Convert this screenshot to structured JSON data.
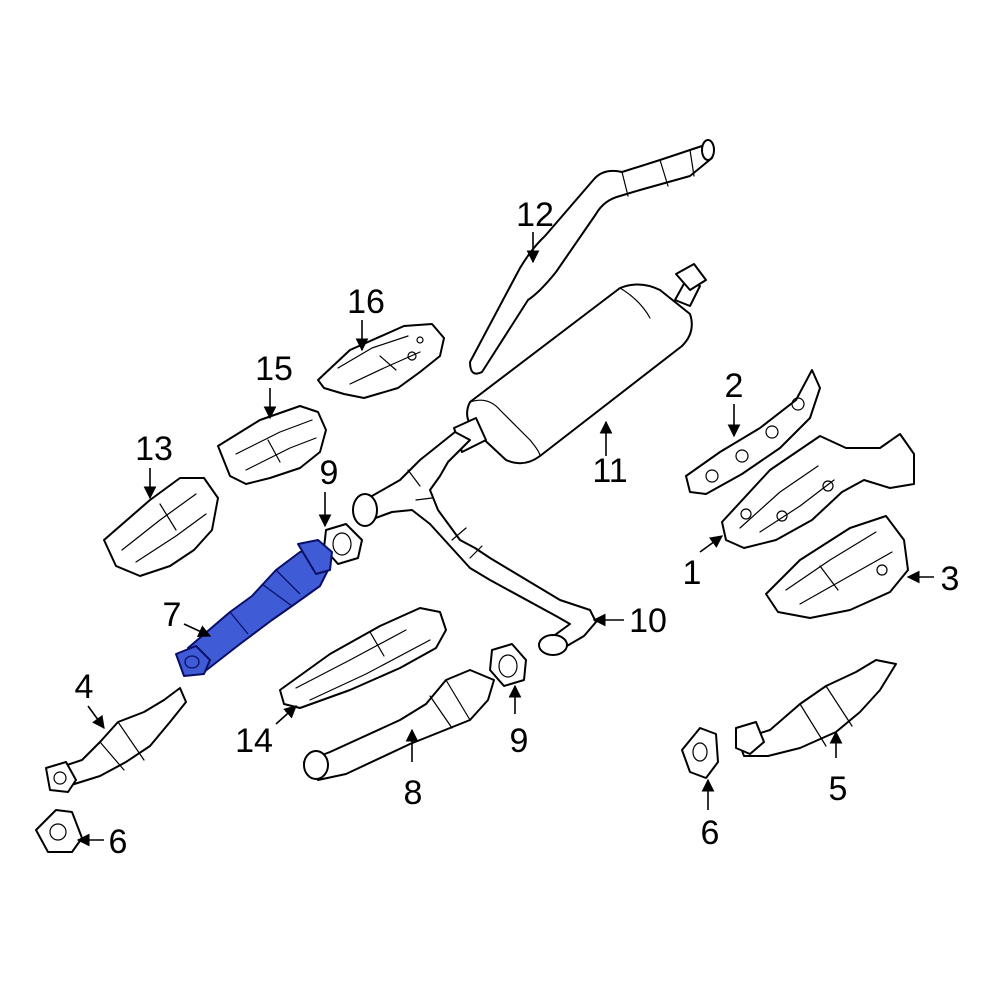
{
  "diagram": {
    "highlight_color": "#3f5bd6",
    "line_color": "#000000",
    "callouts": [
      {
        "id": "c1",
        "label": "1"
      },
      {
        "id": "c2",
        "label": "2"
      },
      {
        "id": "c3",
        "label": "3"
      },
      {
        "id": "c4",
        "label": "4"
      },
      {
        "id": "c5",
        "label": "5"
      },
      {
        "id": "c6a",
        "label": "6"
      },
      {
        "id": "c6b",
        "label": "6"
      },
      {
        "id": "c7",
        "label": "7"
      },
      {
        "id": "c8",
        "label": "8"
      },
      {
        "id": "c9a",
        "label": "9"
      },
      {
        "id": "c9b",
        "label": "9"
      },
      {
        "id": "c10",
        "label": "10"
      },
      {
        "id": "c11",
        "label": "11"
      },
      {
        "id": "c12",
        "label": "12"
      },
      {
        "id": "c13",
        "label": "13"
      },
      {
        "id": "c14",
        "label": "14"
      },
      {
        "id": "c15",
        "label": "15"
      },
      {
        "id": "c16",
        "label": "16"
      }
    ]
  }
}
